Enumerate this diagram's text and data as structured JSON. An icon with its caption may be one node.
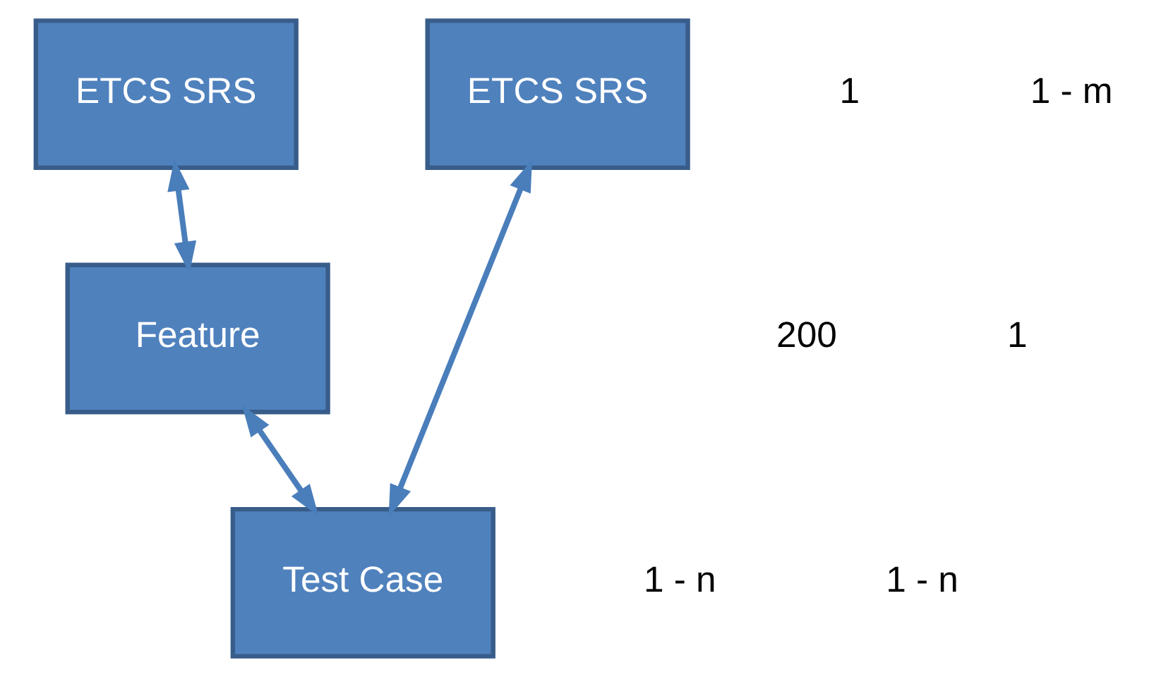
{
  "diagram": {
    "nodes": [
      {
        "text": [
          "ETCS SRS"
        ]
      },
      {
        "text": [
          "ETCS SRS"
        ]
      },
      {
        "text": [
          "Feature"
        ]
      },
      {
        "text": [
          "Test Case"
        ]
      }
    ],
    "edges": [
      {
        "from": 0,
        "to": 2,
        "arrow": "both"
      },
      {
        "from": 2,
        "to": 3,
        "arrow": "both"
      },
      {
        "from": 3,
        "to": 1,
        "arrow": "both"
      }
    ],
    "labels": [
      "1",
      "1 - m",
      "200",
      "1",
      "1 - n",
      "1 - n"
    ]
  }
}
